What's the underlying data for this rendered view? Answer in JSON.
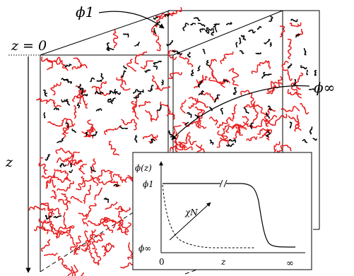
{
  "labels": {
    "phi1_top": "ϕ1",
    "phi_inf_right": "ϕ∞",
    "z_eq_0": "z = 0",
    "z_axis": "z"
  },
  "inset": {
    "ylabel": "ϕ(z)",
    "y_tick_top": "ϕ1",
    "y_tick_bottom": "ϕ∞",
    "x_tick_left": "0",
    "x_tick_mid": "z",
    "x_tick_right": "∞",
    "arrow_label": "χN"
  },
  "colors": {
    "red_chains": "#e8191a",
    "black_chains": "#000000"
  }
}
